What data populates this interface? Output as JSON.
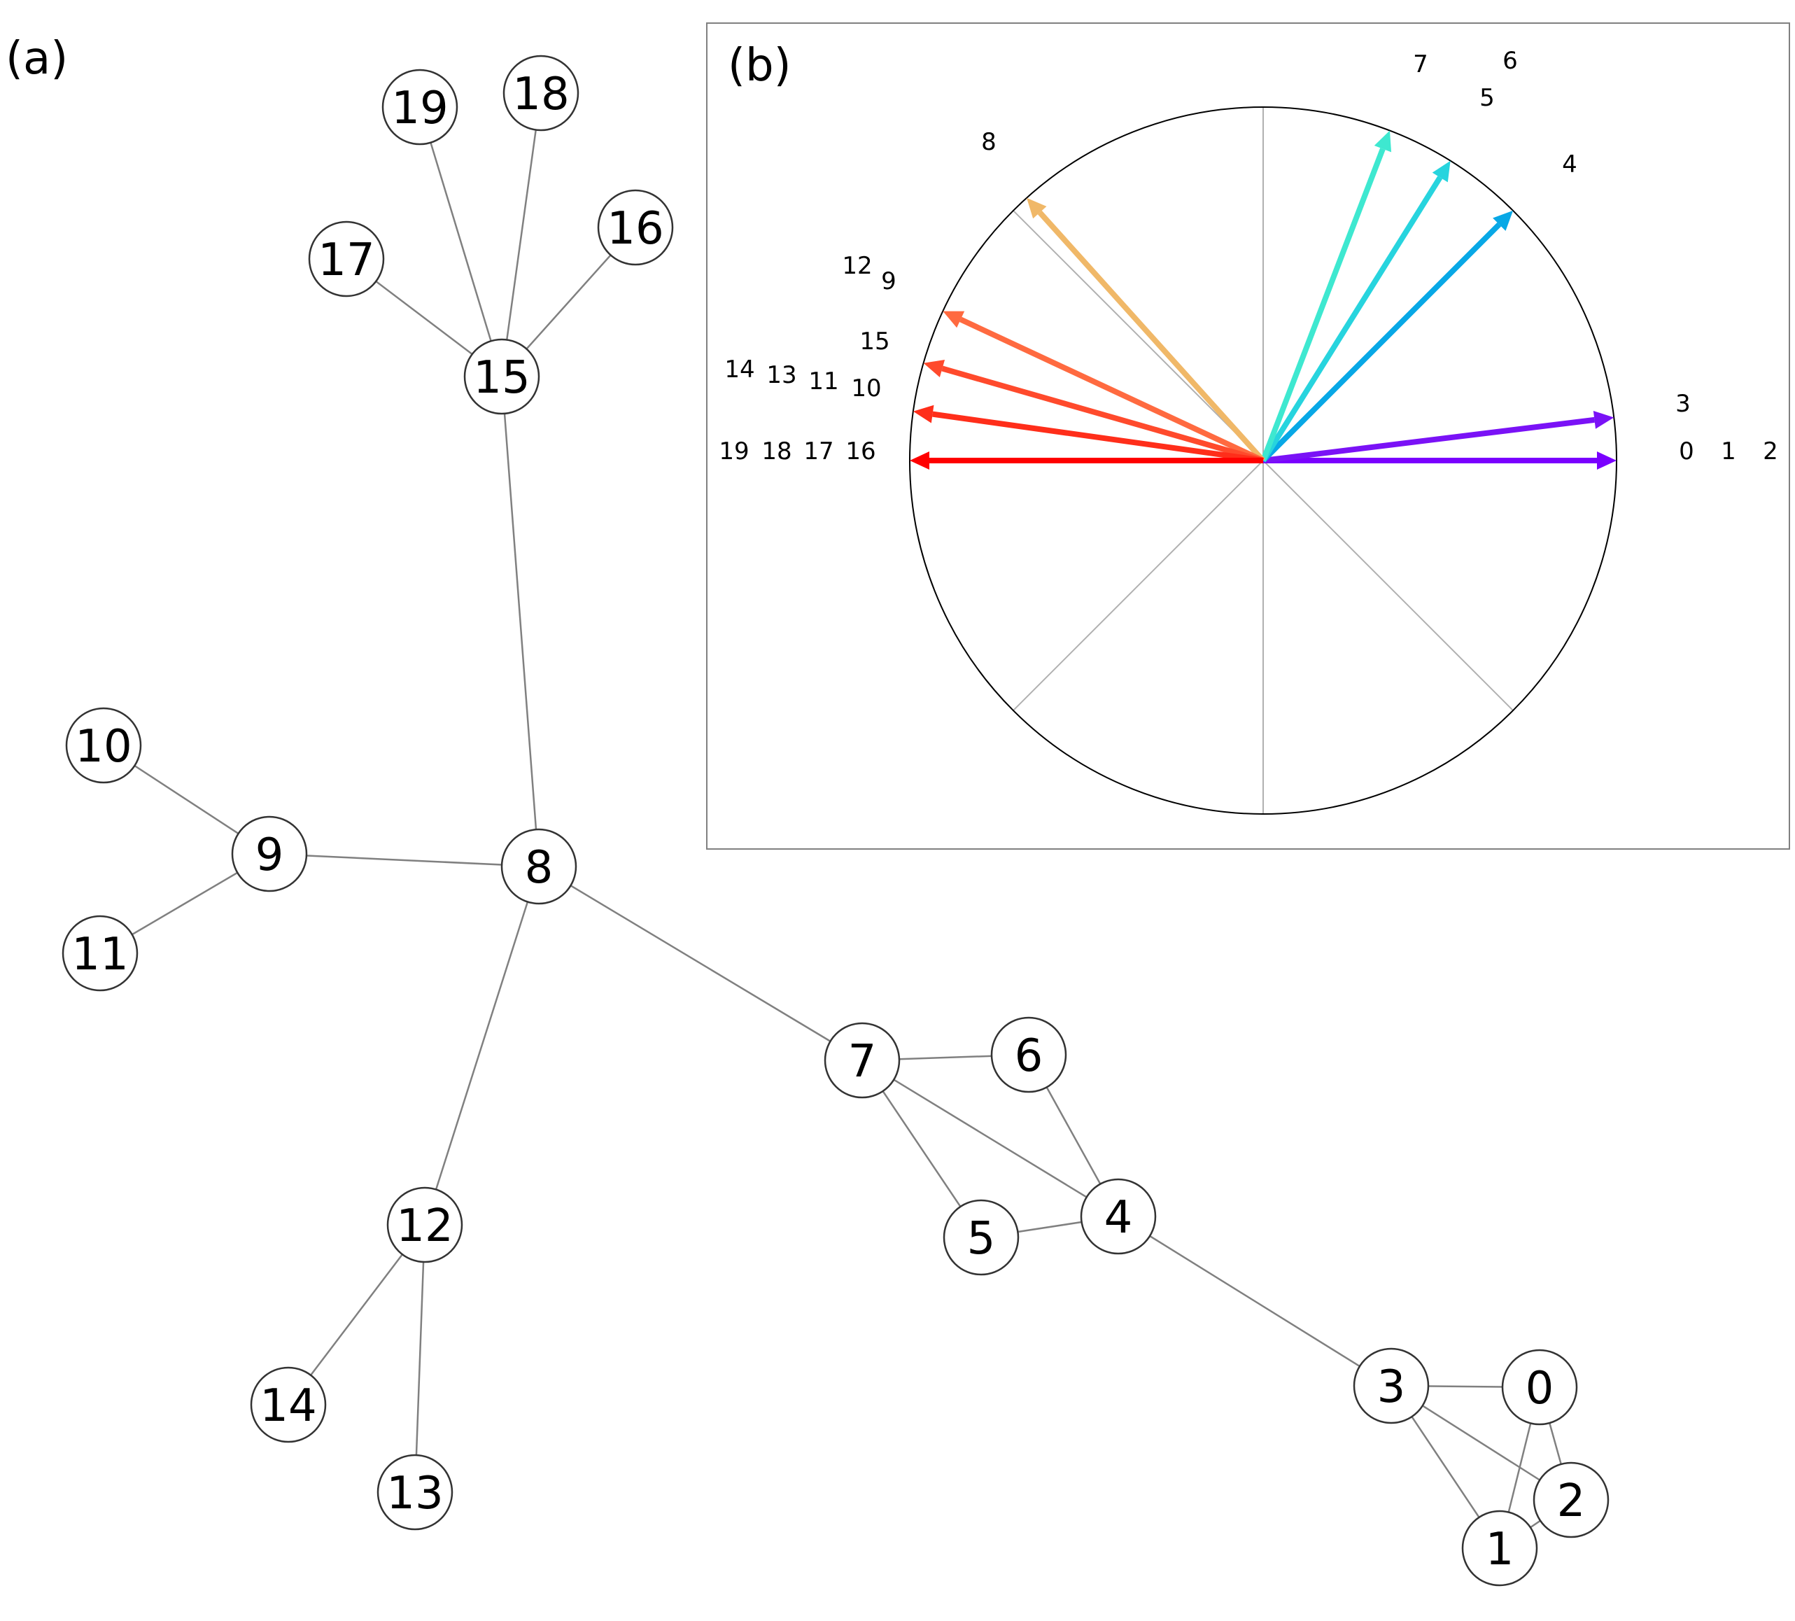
{
  "panels": {
    "a_label": "(a)",
    "b_label": "(b)"
  },
  "network": {
    "nodes": [
      "0",
      "1",
      "2",
      "3",
      "4",
      "5",
      "6",
      "7",
      "8",
      "9",
      "10",
      "11",
      "12",
      "13",
      "14",
      "15",
      "16",
      "17",
      "18",
      "19"
    ],
    "edges": [
      [
        "0",
        "3"
      ],
      [
        "0",
        "1"
      ],
      [
        "0",
        "2"
      ],
      [
        "1",
        "3"
      ],
      [
        "1",
        "2"
      ],
      [
        "2",
        "3"
      ],
      [
        "3",
        "4"
      ],
      [
        "4",
        "5"
      ],
      [
        "4",
        "6"
      ],
      [
        "4",
        "7"
      ],
      [
        "5",
        "7"
      ],
      [
        "6",
        "7"
      ],
      [
        "7",
        "8"
      ],
      [
        "8",
        "9"
      ],
      [
        "8",
        "12"
      ],
      [
        "8",
        "15"
      ],
      [
        "9",
        "10"
      ],
      [
        "9",
        "11"
      ],
      [
        "12",
        "13"
      ],
      [
        "12",
        "14"
      ],
      [
        "15",
        "16"
      ],
      [
        "15",
        "17"
      ],
      [
        "15",
        "18"
      ],
      [
        "15",
        "19"
      ]
    ]
  },
  "phase_diagram": {
    "vectors": [
      {
        "node": "0",
        "angle_deg": 0,
        "color": "#7a00ff"
      },
      {
        "node": "1",
        "angle_deg": 0,
        "color": "#7a00ff"
      },
      {
        "node": "2",
        "angle_deg": 0,
        "color": "#7a00ff"
      },
      {
        "node": "3",
        "angle_deg": 7,
        "color": "#7a12f6"
      },
      {
        "node": "4",
        "angle_deg": 45,
        "color": "#08a8e6"
      },
      {
        "node": "5",
        "angle_deg": 58,
        "color": "#27d4de"
      },
      {
        "node": "6",
        "angle_deg": 58,
        "color": "#27d4de"
      },
      {
        "node": "7",
        "angle_deg": 69,
        "color": "#3ee8d0"
      },
      {
        "node": "8",
        "angle_deg": 132,
        "color": "#f0b868"
      },
      {
        "node": "9",
        "angle_deg": 155,
        "color": "#ff6a40"
      },
      {
        "node": "12",
        "angle_deg": 155,
        "color": "#ff6a40"
      },
      {
        "node": "15",
        "angle_deg": 164,
        "color": "#ff4a2c"
      },
      {
        "node": "10",
        "angle_deg": 172,
        "color": "#ff2e1a"
      },
      {
        "node": "11",
        "angle_deg": 172,
        "color": "#ff2e1a"
      },
      {
        "node": "13",
        "angle_deg": 172,
        "color": "#ff2e1a"
      },
      {
        "node": "14",
        "angle_deg": 172,
        "color": "#ff2e1a"
      },
      {
        "node": "16",
        "angle_deg": 180,
        "color": "#ff0000"
      },
      {
        "node": "17",
        "angle_deg": 180,
        "color": "#ff0000"
      },
      {
        "node": "18",
        "angle_deg": 180,
        "color": "#ff0000"
      },
      {
        "node": "19",
        "angle_deg": 180,
        "color": "#ff0000"
      }
    ],
    "guide_angles_deg": [
      90,
      135,
      225,
      270,
      315
    ]
  }
}
